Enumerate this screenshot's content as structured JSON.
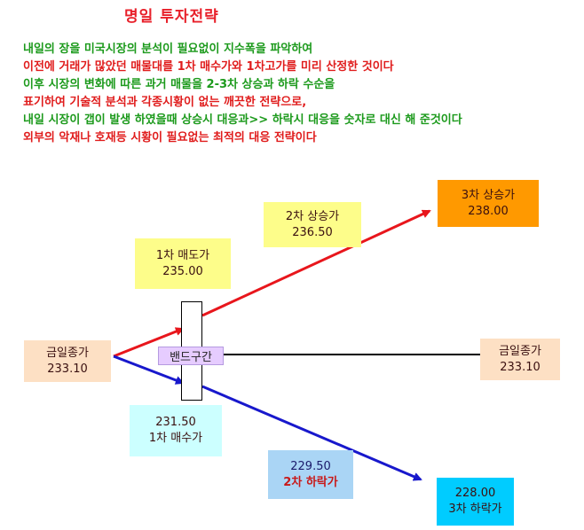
{
  "title": "명일 투자전략",
  "paragraph": [
    {
      "text": "내일의 장을 미국시장의 분석이 필요없이 지수폭을 파악하여",
      "color": "green"
    },
    {
      "text": "이전에 거래가 많았던 매물대를 1차 매수가와 1차고가를 미리 산정한 것이다",
      "color": "red"
    },
    {
      "text": "이후 시장의 변화에 따른 과거 매물을 2-3차 상승과 하락 수순을",
      "color": "green"
    },
    {
      "text": "표기하여 기술적  분석과 각종시황이 없는 깨끗한 전략으로,",
      "color": "red"
    },
    {
      "text": "내일 시장이 갭이 발생 하였을때 상승시 대응과>> 하락시 대응을 숫자로 대신 해 준것이다",
      "color": "green"
    },
    {
      "text": "외부의 악재나 호재등  시황이 필요없는 최적의 대응 전략이다",
      "color": "red"
    }
  ],
  "diagram": {
    "band_label": "밴드구간",
    "today_close_left": {
      "label": "금일종가",
      "value": "233.10"
    },
    "today_close_right": {
      "label": "금일종가",
      "value": "233.10"
    },
    "sell1": {
      "label": "1차 매도가",
      "value": "235.00"
    },
    "up2": {
      "label": "2차 상승가",
      "value": "236.50"
    },
    "up3": {
      "label": "3차 상승가",
      "value": "238.00"
    },
    "buy1": {
      "label": "1차 매수가",
      "value": "231.50"
    },
    "down2": {
      "label": "2차 하락가",
      "value": "229.50"
    },
    "down3": {
      "label": "3차 하락가",
      "value": "228.00"
    }
  },
  "colors": {
    "peach": "#fde0c4",
    "yellow": "#fdfd8a",
    "orange": "#ff9900",
    "cyan_light": "#ccffff",
    "cyan": "#00ccff",
    "light_blue": "#aad5f5",
    "up_arrow": "#e8161c",
    "down_arrow": "#1818cc"
  }
}
